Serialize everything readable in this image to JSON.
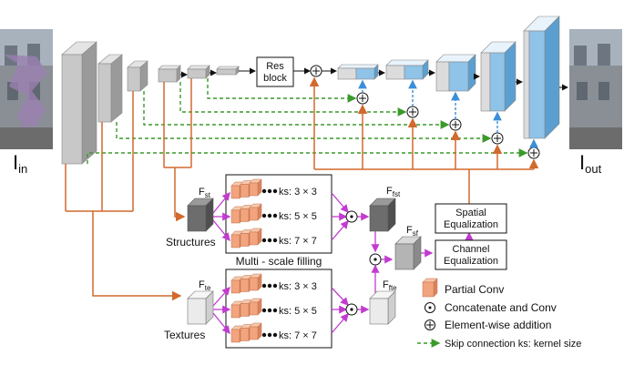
{
  "colors": {
    "encoder_front": "#c8c8c8",
    "encoder_side": "#9a9a9a",
    "encoder_top": "#e4e4e4",
    "decoder_blue": "#8fc3e8",
    "decoder_blue_side": "#5b9fd0",
    "orange_arrow": "#d2692d",
    "green_skip": "#3a9a2a",
    "blue_dashed": "#3a8fd8",
    "magenta": "#c23bd0",
    "partial_conv": "#f2a47e",
    "partial_conv_side": "#d9845c",
    "dark_cube": "#6d6d6d"
  },
  "labels": {
    "input_label": "I",
    "input_sub": "in",
    "output_label": "I",
    "output_sub": "out",
    "res_block_line1": "Res",
    "res_block_line2": "block",
    "structures": "Structures",
    "textures": "Textures",
    "multi_scale": "Multi - scale filling",
    "f_st": "F",
    "f_st_sub": "st",
    "f_te": "F",
    "f_te_sub": "te",
    "f_fst": "F",
    "f_fst_sub": "fst",
    "f_fte": "F",
    "f_fte_sub": "fte",
    "f_sf": "F",
    "f_sf_sub": "sf",
    "spatial_eq_line1": "Spatial",
    "spatial_eq_line2": "Equalization",
    "channel_eq_line1": "Channel",
    "channel_eq_line2": "Equalization"
  },
  "kernel_rows_top": [
    "ks: 3 × 3",
    "ks: 5 × 5",
    "ks: 7 × 7"
  ],
  "kernel_rows_bottom": [
    "ks: 3 × 3",
    "ks: 5 × 5",
    "ks: 7 × 7"
  ],
  "legend": {
    "partial_conv": "Partial Conv",
    "concat_conv": "Concatenate and Conv",
    "elementwise": "Element-wise addition",
    "skip": "Skip connection   ks: kernel size"
  }
}
